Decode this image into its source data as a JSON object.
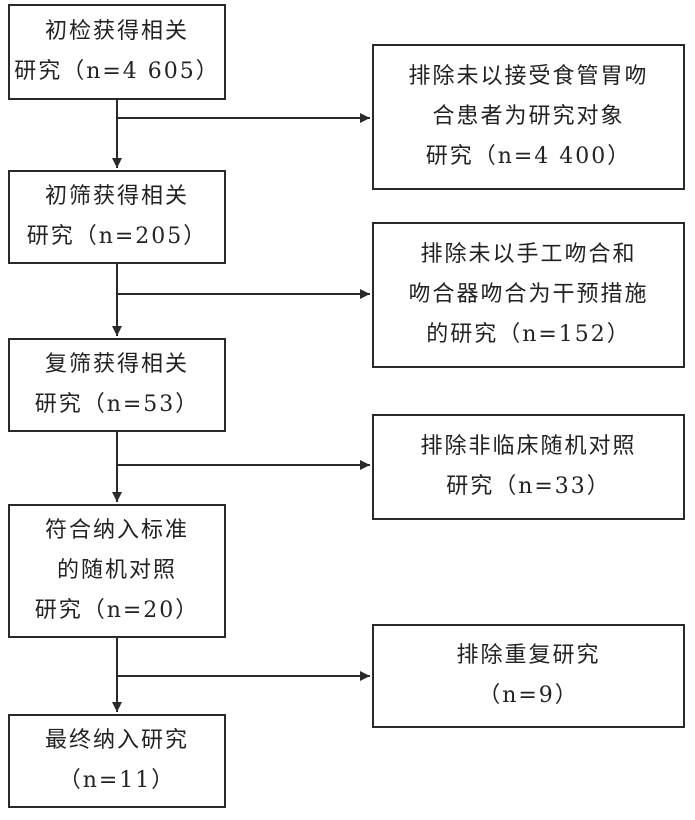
{
  "left_boxes": [
    {
      "lines": [
        "初检获得相关",
        "研究（n=4 605）"
      ]
    },
    {
      "lines": [
        "初筛获得相关",
        "研究（n=205）"
      ]
    },
    {
      "lines": [
        "复筛获得相关",
        "研究（n=53）"
      ]
    },
    {
      "lines": [
        "符合纳入标准",
        "的随机对照",
        "研究（n=20）"
      ]
    },
    {
      "lines": [
        "最终纳入研究",
        "（n=11）"
      ]
    }
  ],
  "right_boxes": [
    {
      "lines": [
        "排除未以接受食管胃吻",
        "合患者为研究对象",
        "研究（n=4 400）"
      ]
    },
    {
      "lines": [
        "排除未以手工吻合和",
        "吻合器吻合为干预措施",
        "的研究（n=152）"
      ]
    },
    {
      "lines": [
        "排除非临床随机对照",
        "研究（n=33）"
      ]
    },
    {
      "lines": [
        "排除重复研究",
        "（n=9）"
      ]
    }
  ]
}
